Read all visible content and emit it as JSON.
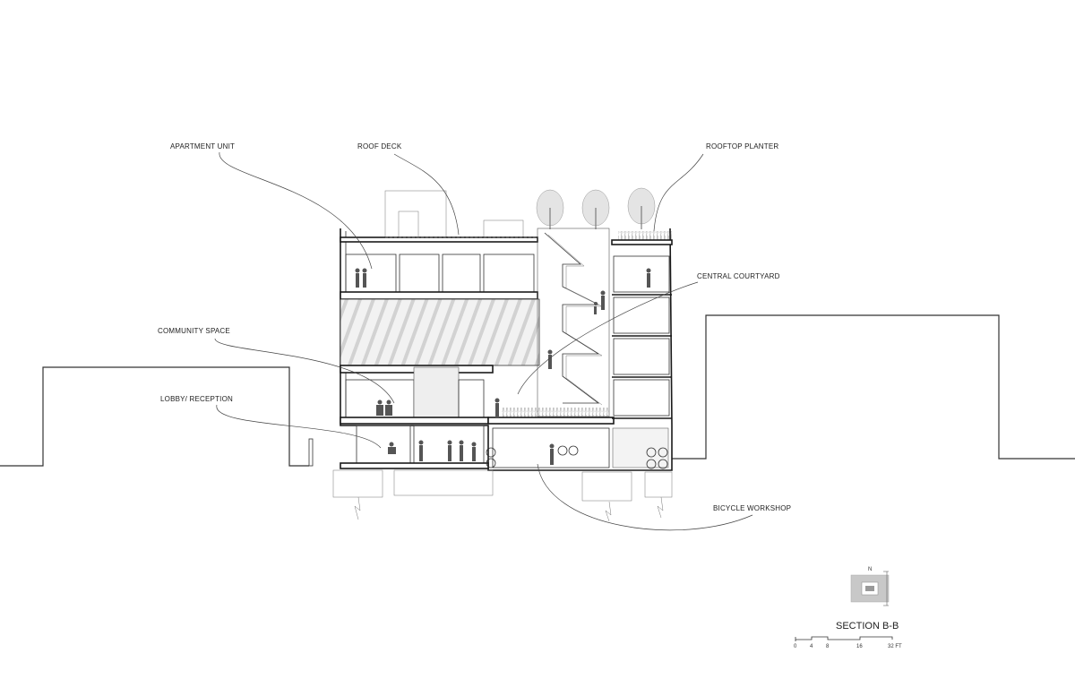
{
  "labels": {
    "apartment_unit": "APARTMENT UNIT",
    "roof_deck": "ROOF DECK",
    "rooftop_planter": "ROOFTOP PLANTER",
    "central_courtyard": "CENTRAL COURTYARD",
    "community_space": "COMMUNITY SPACE",
    "lobby_reception": "LOBBY/ RECEPTION",
    "bicycle_workshop": "BICYCLE WORKSHOP"
  },
  "key_plan": {
    "north_label": "N"
  },
  "section_title": "SECTION B-B",
  "scale_bar": {
    "ticks": [
      "0",
      "4",
      "8",
      "16",
      "32 FT"
    ]
  },
  "colors": {
    "line": "#1a1a1a",
    "fill_grey": "#cfcfcf",
    "figure": "#555555"
  }
}
